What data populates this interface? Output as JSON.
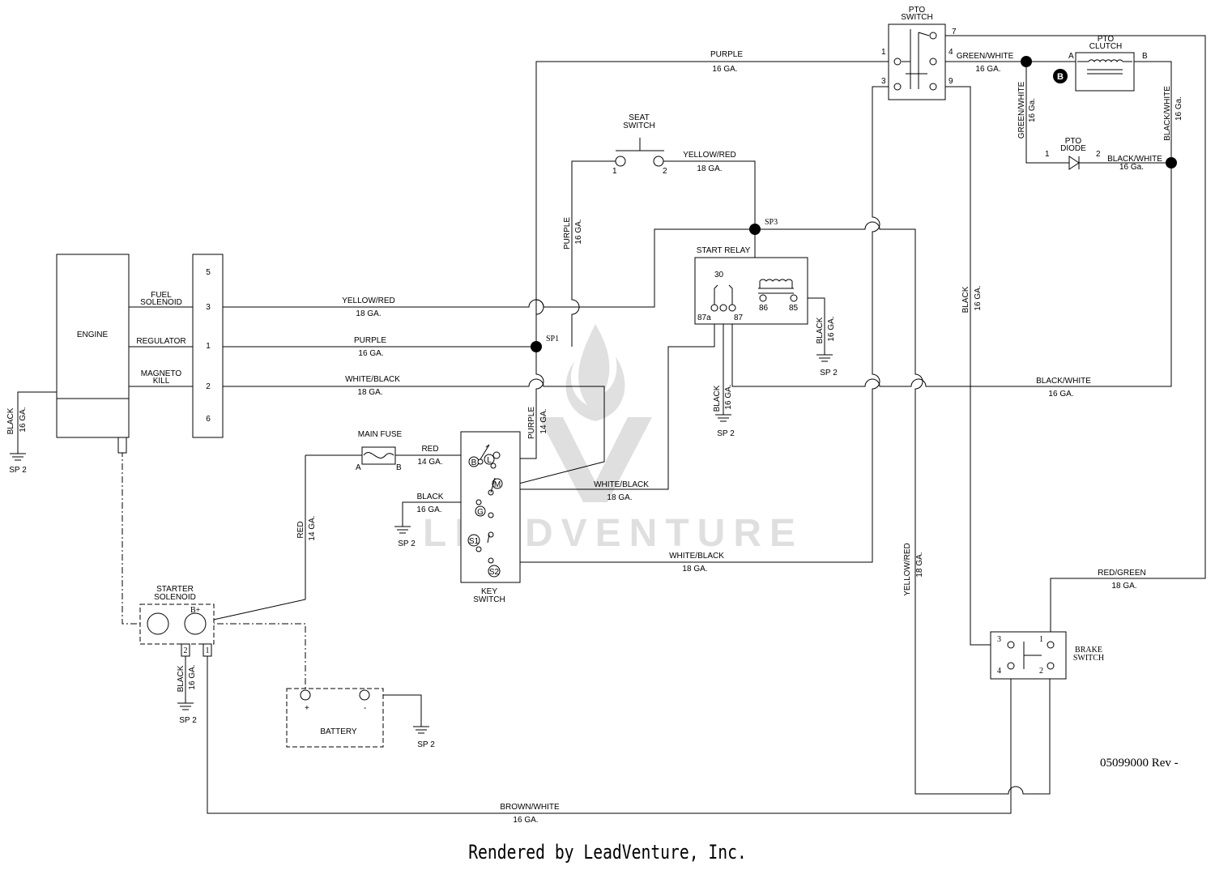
{
  "components": {
    "engine": "ENGINE",
    "pto_switch": [
      "PTO",
      "SWITCH"
    ],
    "pto_clutch": [
      "PTO",
      "CLUTCH"
    ],
    "pto_diode": [
      "PTO",
      "DIODE"
    ],
    "seat_switch": [
      "SEAT",
      "SWITCH"
    ],
    "start_relay": "START RELAY",
    "main_fuse": "MAIN FUSE",
    "key_switch": [
      "KEY",
      "SWITCH"
    ],
    "starter_solenoid": [
      "STARTER",
      "SOLENOID"
    ],
    "battery": "BATTERY",
    "brake_switch": [
      "BRAKE",
      "SWITCH"
    ]
  },
  "engine_connector": {
    "pins": [
      "5",
      "3",
      "1",
      "2",
      "6"
    ],
    "fuel_solenoid": [
      "FUEL",
      "SOLENOID"
    ],
    "regulator": "REGULATOR",
    "magneto_kill": [
      "MAGNETO",
      "KILL"
    ]
  },
  "splices": {
    "sp1": "SP1",
    "sp3": "SP3",
    "sp2": "SP 2"
  },
  "pins": {
    "pto_switch": [
      "7",
      "1",
      "4",
      "3",
      "9"
    ],
    "pto_clutch": [
      "A",
      "B"
    ],
    "pto_clutch_badge": "B",
    "pto_diode": [
      "1",
      "2"
    ],
    "seat_switch": [
      "1",
      "2"
    ],
    "start_relay": [
      "30",
      "87a",
      "87",
      "86",
      "85"
    ],
    "main_fuse": [
      "A",
      "B"
    ],
    "key_switch": [
      "B",
      "L",
      "M",
      "G",
      "S1",
      "S2"
    ],
    "starter_solenoid": [
      "B+",
      "2",
      "1"
    ],
    "battery": [
      "+",
      "-"
    ],
    "brake_switch": [
      "3",
      "1",
      "4",
      "2"
    ]
  },
  "wires": {
    "purple_16": [
      "PURPLE",
      "16 GA."
    ],
    "green_white_16": [
      "GREEN/WHITE",
      "16 GA."
    ],
    "green_white_16_vert": [
      "GREEN/WHITE",
      "16 Ga."
    ],
    "black_white_16_vert": [
      "BLACK/WHITE",
      "16 Ga."
    ],
    "black_white_diode": [
      "BLACK/WHITE",
      "16 Ga."
    ],
    "yellow_red_18_seat": [
      "YELLOW/RED",
      "18 GA."
    ],
    "purple_16_vert": [
      "PURPLE",
      "16 GA."
    ],
    "black_16_vert_right": [
      "BLACK",
      "16 GA."
    ],
    "yellow_red_18_fuel": [
      "YELLOW/RED",
      "18 GA."
    ],
    "purple_16_reg": [
      "PURPLE",
      "16 GA."
    ],
    "white_black_18_mag": [
      "WHITE/BLACK",
      "18 GA."
    ],
    "black_white_16_long": [
      "BLACK/WHITE",
      "16 GA."
    ],
    "black_16_relay85": [
      "BLACK",
      "16 GA."
    ],
    "black_16_relay87a": [
      "BLACK",
      "16 GA."
    ],
    "purple_14_vert": [
      "PURPLE",
      "14 GA."
    ],
    "black_16_engine": [
      "BLACK",
      "16 GA."
    ],
    "red_14_fuse": [
      "RED",
      "14 GA."
    ],
    "red_14_vert": [
      "RED",
      "14 GA."
    ],
    "black_16_keyg": [
      "BLACK",
      "16 GA."
    ],
    "white_black_18_keym": [
      "WHITE/BLACK",
      "18 GA."
    ],
    "white_black_18_keys2": [
      "WHITE/BLACK",
      "18 GA."
    ],
    "yellow_red_18_vert": [
      "YELLOW/RED",
      "18 GA."
    ],
    "red_green_18": [
      "RED/GREEN",
      "18 GA."
    ],
    "black_16_solenoid": [
      "BLACK",
      "16 GA."
    ],
    "brown_white_16": [
      "BROWN/WHITE",
      "16 GA."
    ]
  },
  "watermark": "LEADVENTURE",
  "doc_number": "05099000 Rev -",
  "footer": "Rendered by LeadVenture, Inc."
}
